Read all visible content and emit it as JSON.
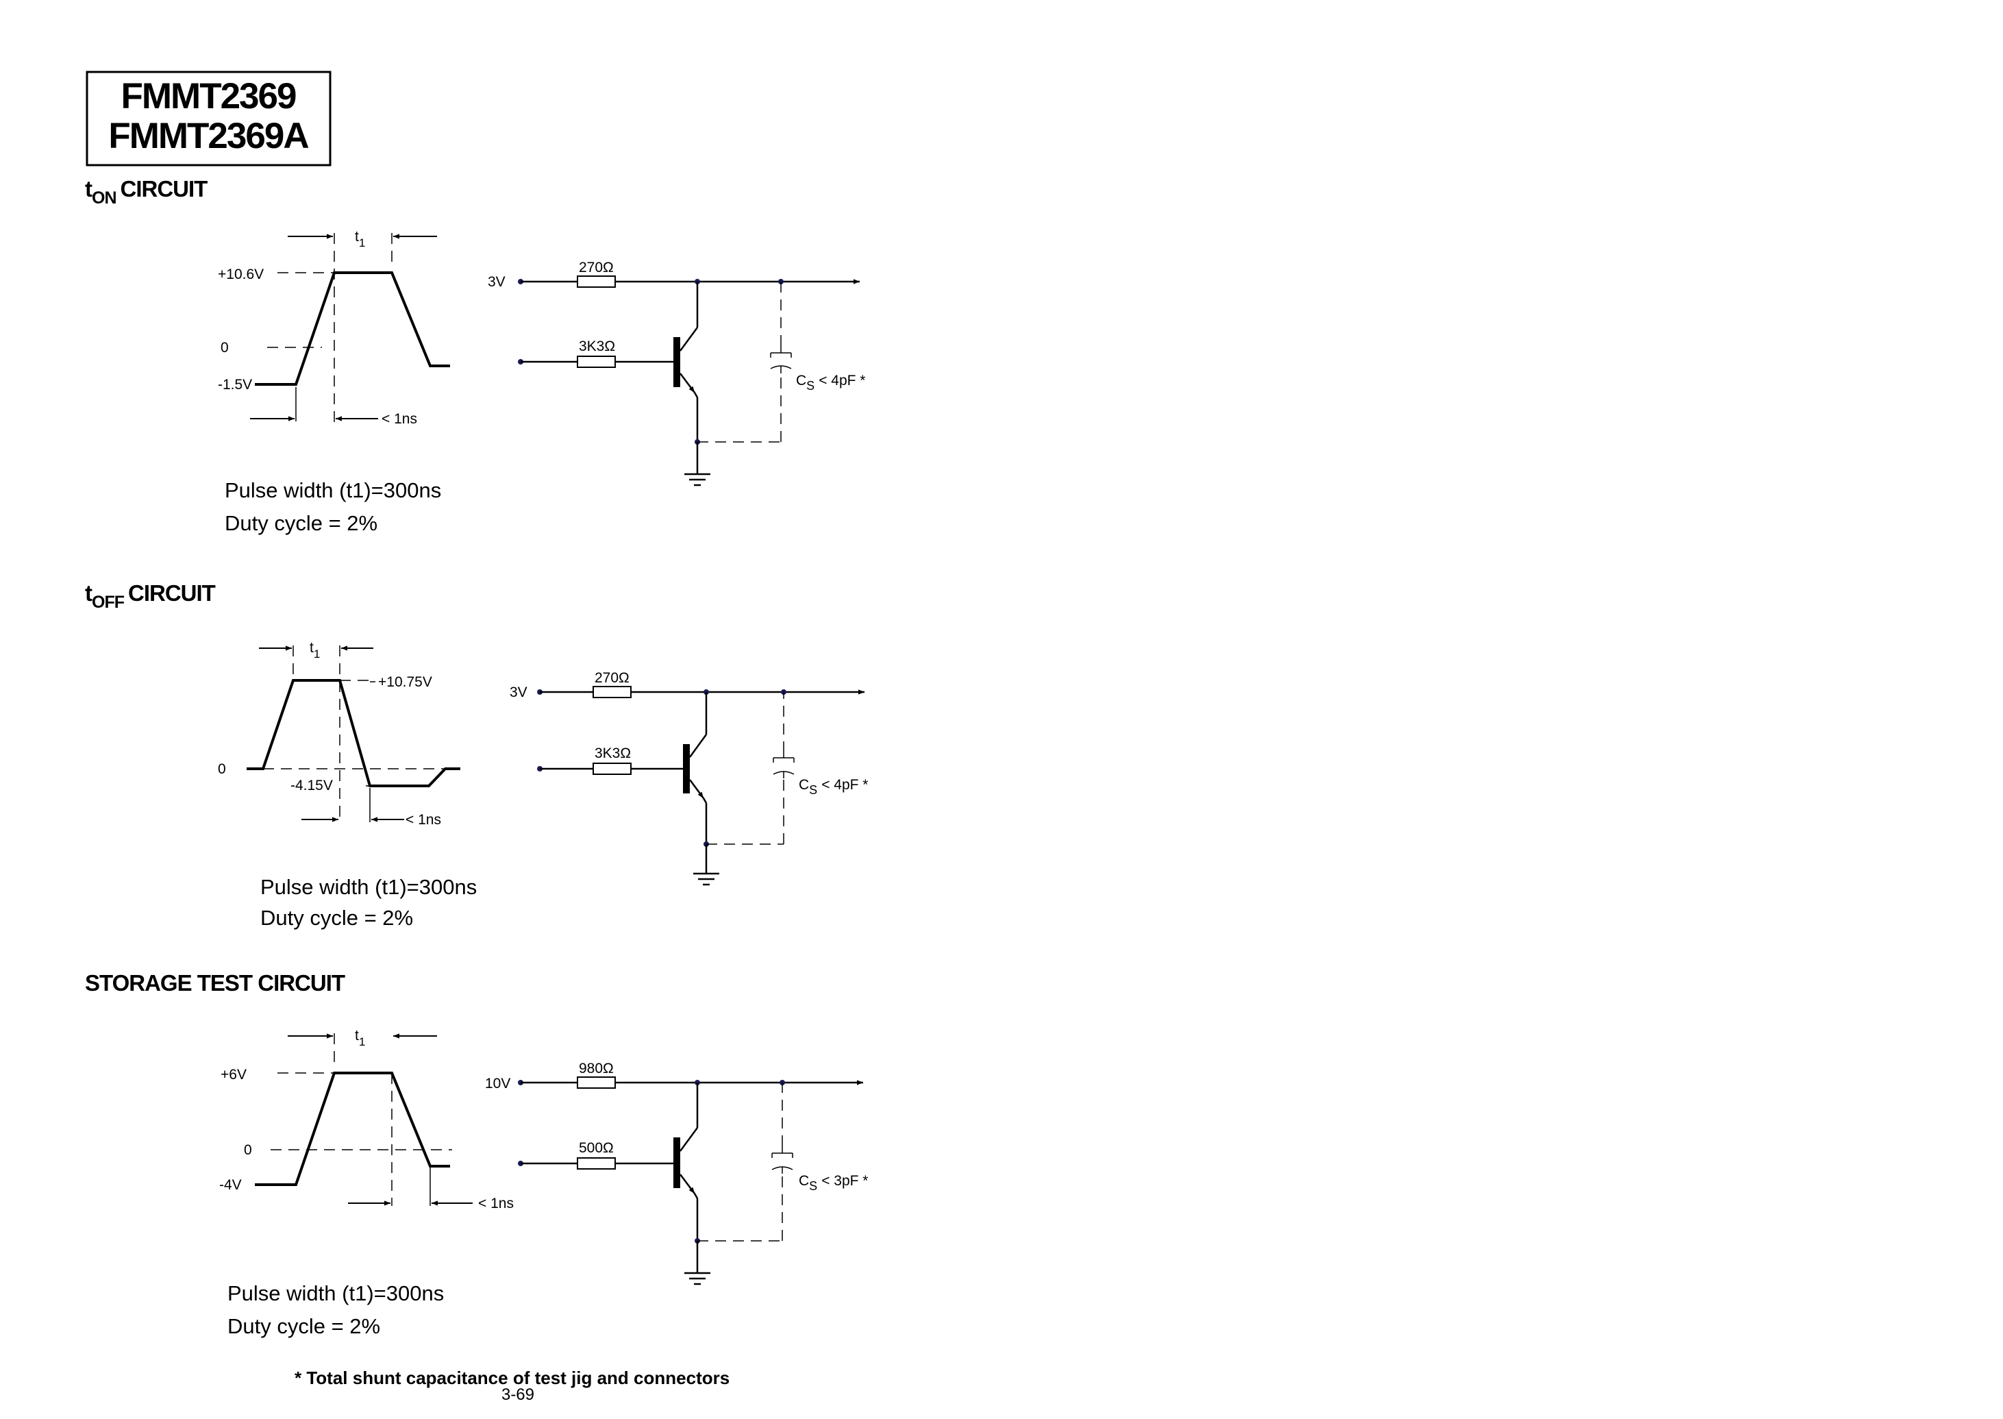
{
  "title": {
    "line1": "FMMT2369",
    "line2": "FMMT2369A"
  },
  "sections": [
    {
      "id": "ton",
      "heading_main": "t",
      "heading_sub": "ON",
      "heading_rest": "CIRCUIT",
      "waveform": {
        "t1_main": "t",
        "t1_sub": "1",
        "levels": [
          "+10.6V",
          "0",
          "-1.5V"
        ],
        "risetime": "< 1ns"
      },
      "circuit": {
        "supply": "3V",
        "r_collector": "270Ω",
        "r_base": "3K3Ω",
        "cs_main": "C",
        "cs_sub": "S",
        "cs_rest": "< 4pF *"
      },
      "notes": [
        "Pulse width (t1)=300ns",
        "Duty cycle = 2%"
      ]
    },
    {
      "id": "toff",
      "heading_main": "t",
      "heading_sub": "OFF",
      "heading_rest": "CIRCUIT",
      "waveform": {
        "t1_main": "t",
        "t1_sub": "1",
        "levels": [
          "+10.75V",
          "0",
          "-4.15V"
        ],
        "risetime": "< 1ns"
      },
      "circuit": {
        "supply": "3V",
        "r_collector": "270Ω",
        "r_base": "3K3Ω",
        "cs_main": "C",
        "cs_sub": "S",
        "cs_rest": "< 4pF *"
      },
      "notes": [
        "Pulse width (t1)=300ns",
        "Duty cycle = 2%"
      ]
    },
    {
      "id": "storage",
      "heading_full": "STORAGE TEST CIRCUIT",
      "waveform": {
        "t1_main": "t",
        "t1_sub": "1",
        "levels": [
          "+6V",
          "0",
          "-4V"
        ],
        "risetime": "< 1ns"
      },
      "circuit": {
        "supply": "10V",
        "r_collector": "980Ω",
        "r_base": "500Ω",
        "cs_main": "C",
        "cs_sub": "S",
        "cs_rest": "< 3pF *"
      },
      "notes": [
        "Pulse width (t1)=300ns",
        "Duty cycle = 2%"
      ]
    }
  ],
  "footnote": "* Total shunt capacitance of test jig and connectors",
  "page_number": "3-69"
}
